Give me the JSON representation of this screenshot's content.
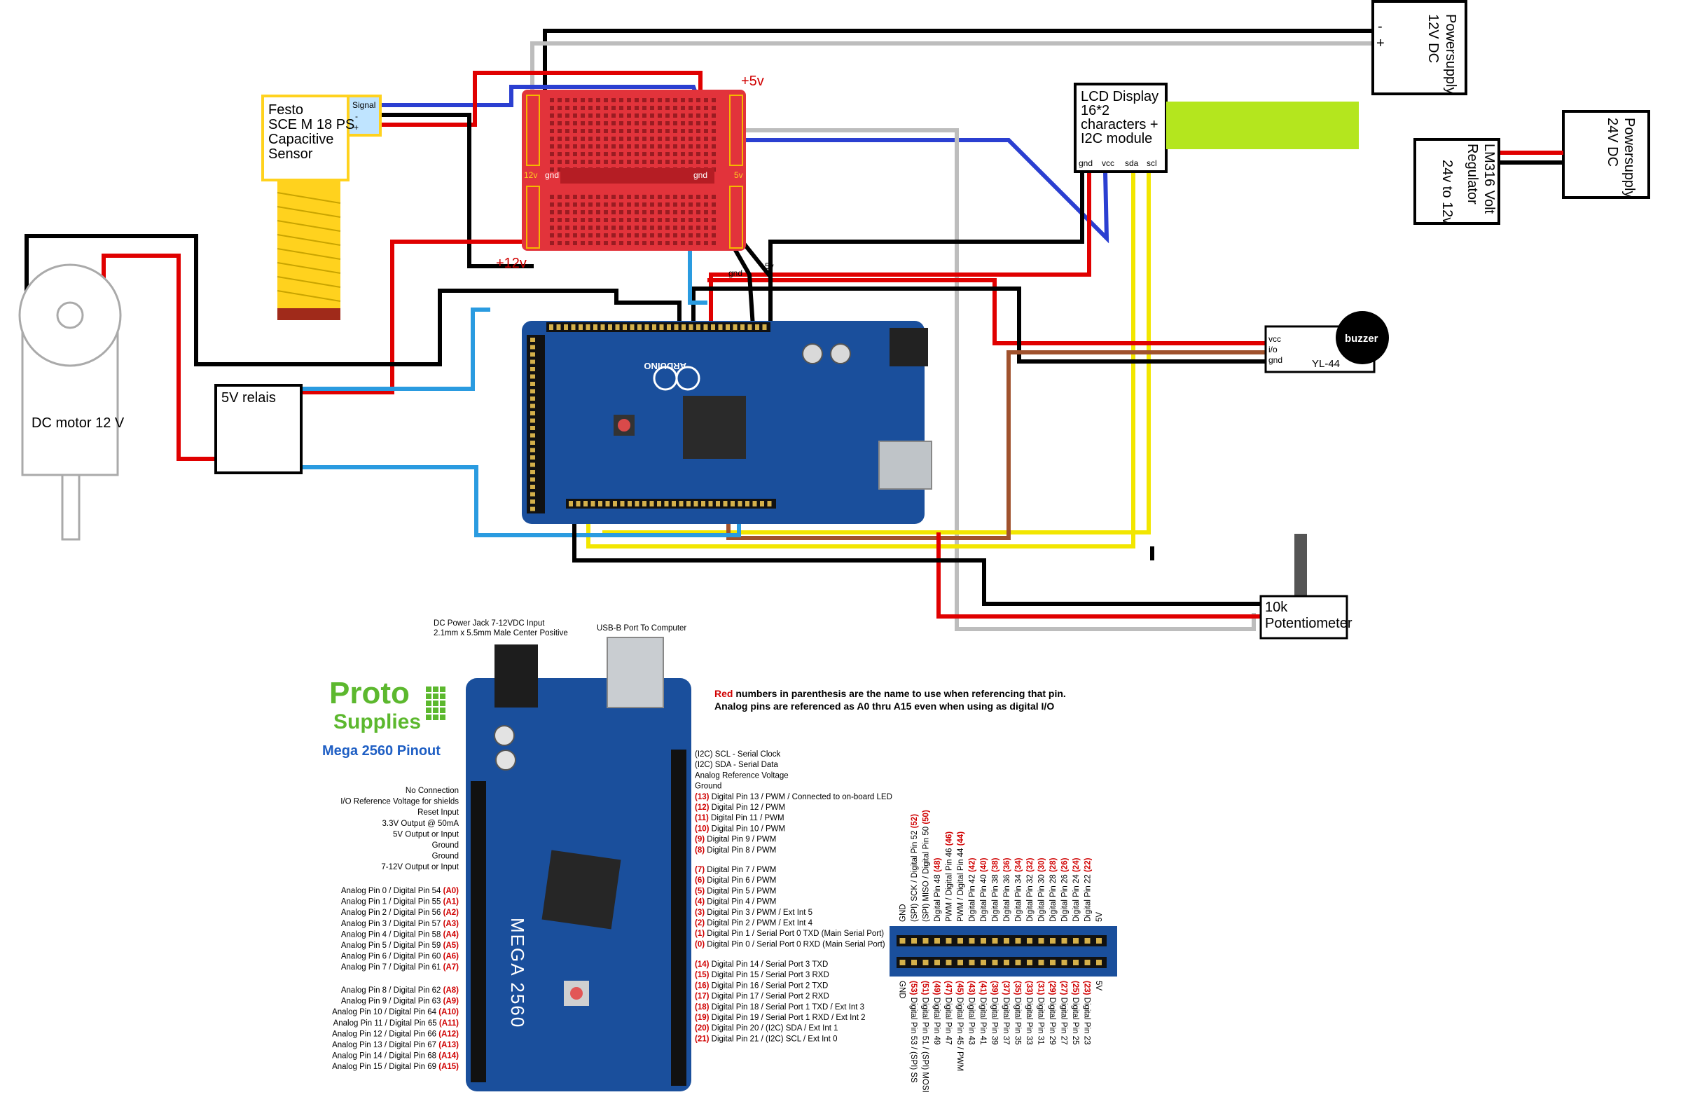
{
  "components": {
    "festo": {
      "lines": [
        "Festo",
        "SCE M 18 PS",
        "Capacitive",
        "Sensor"
      ],
      "pins": [
        "Signal",
        "-",
        "+"
      ]
    },
    "psu12": {
      "lines": [
        "Powersupply",
        "12V DC"
      ],
      "pins": [
        "-",
        "+"
      ]
    },
    "psu24": {
      "lines": [
        "Powersupply",
        "24V DC"
      ]
    },
    "regulator": {
      "lines": [
        "LM316 Volt",
        "Regulator",
        "24v to 12v"
      ]
    },
    "lcd": {
      "lines": [
        "LCD Display",
        "16*2",
        "characters +",
        "I2C module"
      ],
      "pins": [
        "gnd",
        "vcc",
        "sda",
        "scl"
      ]
    },
    "breadboard": {
      "labels": [
        "+5v",
        "+12v",
        "12v",
        "gnd",
        "gnd",
        "5v",
        "gnd",
        "5v"
      ]
    },
    "motor": {
      "label": "DC motor 12 V"
    },
    "relay": {
      "label": "5V relais"
    },
    "buzzer": {
      "label": "buzzer",
      "module": "YL-44",
      "pins": [
        "vcc",
        "i/o",
        "gnd"
      ]
    },
    "pot": {
      "lines": [
        "10k",
        "Potentiometer"
      ]
    }
  },
  "pinout": {
    "brand_top": "Proto",
    "brand_bottom": "Supplies",
    "title": "Mega 2560 Pinout",
    "dc_jack": [
      "DC Power Jack  7-12VDC Input",
      "2.1mm x 5.5mm Male Center Positive"
    ],
    "usb": "USB-B Port To Computer",
    "note_red": "Red",
    "note_rest": " numbers in parenthesis are the name to use when referencing that pin.",
    "note2": "Analog pins are referenced as A0 thru A15 even when using as digital I/O",
    "board_text": "MEGA 2560",
    "left_power": [
      "No Connection",
      "I/O Reference Voltage for shields",
      "Reset Input",
      "3.3V Output @ 50mA",
      "5V Output or Input",
      "Ground",
      "Ground",
      "7-12V Output or Input"
    ],
    "left_analog1": [
      {
        "t": "Analog Pin 0 / Digital Pin 54",
        "r": "(A0)"
      },
      {
        "t": "Analog Pin 1 / Digital Pin 55",
        "r": "(A1)"
      },
      {
        "t": "Analog Pin 2 / Digital Pin 56",
        "r": "(A2)"
      },
      {
        "t": "Analog Pin 3 / Digital Pin 57",
        "r": "(A3)"
      },
      {
        "t": "Analog Pin 4 / Digital Pin 58",
        "r": "(A4)"
      },
      {
        "t": "Analog Pin 5 / Digital Pin 59",
        "r": "(A5)"
      },
      {
        "t": "Analog Pin 6 / Digital Pin 60",
        "r": "(A6)"
      },
      {
        "t": "Analog Pin 7 / Digital Pin 61",
        "r": "(A7)"
      }
    ],
    "left_analog2": [
      {
        "t": "Analog Pin 8 / Digital Pin 62",
        "r": "(A8)"
      },
      {
        "t": "Analog Pin 9 / Digital Pin 63",
        "r": "(A9)"
      },
      {
        "t": "Analog Pin 10 / Digital Pin 64",
        "r": "(A10)"
      },
      {
        "t": "Analog Pin 11 / Digital Pin 65",
        "r": "(A11)"
      },
      {
        "t": "Analog Pin 12 / Digital Pin 66",
        "r": "(A12)"
      },
      {
        "t": "Analog Pin 13 / Digital Pin 67",
        "r": "(A13)"
      },
      {
        "t": "Analog Pin 14 / Digital Pin 68",
        "r": "(A14)"
      },
      {
        "t": "Analog Pin 15 / Digital Pin 69",
        "r": "(A15)"
      }
    ],
    "right_top": [
      {
        "r": "",
        "t": "(I2C) SCL - Serial Clock"
      },
      {
        "r": "",
        "t": "(I2C) SDA - Serial Data"
      },
      {
        "r": "",
        "t": "Analog Reference Voltage"
      },
      {
        "r": "",
        "t": "Ground"
      },
      {
        "r": "(13)",
        "t": " Digital Pin 13 / PWM / Connected to on-board LED"
      },
      {
        "r": "(12)",
        "t": " Digital Pin 12 / PWM"
      },
      {
        "r": "(11)",
        "t": " Digital Pin 11 / PWM"
      },
      {
        "r": "(10)",
        "t": " Digital Pin 10 / PWM"
      },
      {
        "r": "(9)",
        "t": " Digital Pin 9 / PWM"
      },
      {
        "r": "(8)",
        "t": " Digital Pin 8 / PWM"
      }
    ],
    "right_mid": [
      {
        "r": "(7)",
        "t": " Digital Pin 7 / PWM"
      },
      {
        "r": "(6)",
        "t": " Digital Pin 6 / PWM"
      },
      {
        "r": "(5)",
        "t": " Digital Pin 5 / PWM"
      },
      {
        "r": "(4)",
        "t": " Digital Pin 4 / PWM"
      },
      {
        "r": "(3)",
        "t": " Digital Pin 3 / PWM / Ext Int 5"
      },
      {
        "r": "(2)",
        "t": " Digital Pin 2 / PWM / Ext Int 4"
      },
      {
        "r": "(1)",
        "t": " Digital Pin 1 / Serial Port 0 TXD (Main Serial Port)"
      },
      {
        "r": "(0)",
        "t": " Digital Pin 0 / Serial Port 0 RXD (Main Serial Port)"
      }
    ],
    "right_bot": [
      {
        "r": "(14)",
        "t": " Digital Pin 14 / Serial Port 3 TXD"
      },
      {
        "r": "(15)",
        "t": " Digital Pin 15 / Serial Port 3 RXD"
      },
      {
        "r": "(16)",
        "t": " Digital Pin 16 / Serial Port 2 TXD"
      },
      {
        "r": "(17)",
        "t": " Digital Pin 17 / Serial Port 2 RXD"
      },
      {
        "r": "(18)",
        "t": " Digital Pin 18 / Serial Port 1 TXD / Ext Int 3"
      },
      {
        "r": "(19)",
        "t": " Digital Pin 19 / Serial Port 1 RXD / Ext Int 2"
      },
      {
        "r": "(20)",
        "t": " Digital Pin 20 / (I2C) SDA / Ext Int 1"
      },
      {
        "r": "(21)",
        "t": " Digital Pin 21 / (I2C) SCL / Ext Int 0"
      }
    ],
    "header_top": [
      {
        "r": "",
        "t": "5V"
      },
      {
        "r": "(22)",
        "t": "Digital Pin 22 "
      },
      {
        "r": "(24)",
        "t": "Digital Pin 24 "
      },
      {
        "r": "(26)",
        "t": "Digital Pin 26 "
      },
      {
        "r": "(28)",
        "t": "Digital Pin 28 "
      },
      {
        "r": "(30)",
        "t": "Digital Pin 30 "
      },
      {
        "r": "(32)",
        "t": "Digital Pin 32 "
      },
      {
        "r": "(34)",
        "t": "Digital Pin 34 "
      },
      {
        "r": "(36)",
        "t": "Digital Pin 36 "
      },
      {
        "r": "(38)",
        "t": "Digital Pin 38 "
      },
      {
        "r": "(40)",
        "t": "Digital Pin 40 "
      },
      {
        "r": "(42)",
        "t": "Digital Pin 42 "
      },
      {
        "r": "(44)",
        "t": "PWM / Digital Pin 44 "
      },
      {
        "r": "(46)",
        "t": "PWM / Digital Pin 46 "
      },
      {
        "r": "(48)",
        "t": "Digital Pin 48 "
      },
      {
        "r": "(50)",
        "t": "(SPI) MISO / Digital Pin 50 "
      },
      {
        "r": "(52)",
        "t": "(SPI) SCK / Digital Pin 52 "
      },
      {
        "r": "",
        "t": "GND"
      }
    ],
    "header_bot": [
      {
        "r": "",
        "t": "5V"
      },
      {
        "r": "(23)",
        "t": " Digital Pin 23"
      },
      {
        "r": "(25)",
        "t": " Digital Pin 25"
      },
      {
        "r": "(27)",
        "t": " Digital Pin 27"
      },
      {
        "r": "(29)",
        "t": " Digital Pin 29"
      },
      {
        "r": "(31)",
        "t": " Digital Pin 31"
      },
      {
        "r": "(33)",
        "t": " Digital Pin 33"
      },
      {
        "r": "(35)",
        "t": " Digital Pin 35"
      },
      {
        "r": "(37)",
        "t": " Digital Pin 37"
      },
      {
        "r": "(39)",
        "t": " Digital Pin 39"
      },
      {
        "r": "(41)",
        "t": " Digital Pin 41"
      },
      {
        "r": "(43)",
        "t": " Digital Pin 43"
      },
      {
        "r": "(45)",
        "t": " Digital Pin 45 / PWM"
      },
      {
        "r": "(47)",
        "t": " Digital Pin 47"
      },
      {
        "r": "(49)",
        "t": " Digital Pin 49"
      },
      {
        "r": "(51)",
        "t": " Digital Pin 51 / (SPI) MOSI"
      },
      {
        "r": "(53)",
        "t": " Digital Pin 53 / (SPI) SS"
      },
      {
        "r": "",
        "t": "GND"
      }
    ]
  },
  "colors": {
    "wire_red": "#e00000",
    "wire_black": "#000000",
    "wire_blue": "#2b3fd1",
    "wire_lightblue": "#2a9be0",
    "wire_grey": "#bdbdbd",
    "wire_yellow": "#f2e600",
    "wire_brown": "#a0522d",
    "breadboard": "#e2333b",
    "board_blue": "#1a4f9c",
    "lcd_green": "#b4e61e",
    "sensor_yellow": "#ffd21e",
    "brand_green": "#5cb82e",
    "title_blue": "#1f5fc4"
  }
}
